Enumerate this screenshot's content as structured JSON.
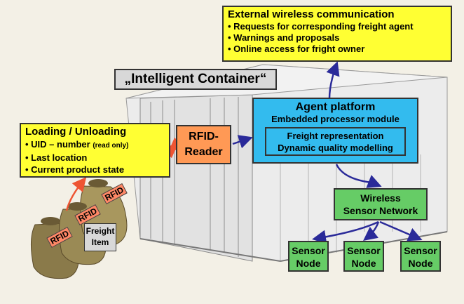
{
  "external": {
    "title": "External wireless communication",
    "lines": [
      "• Requests for corresponding freight agent",
      "• Warnings and proposals",
      "• Online access for fright owner"
    ]
  },
  "container_title": "„Intelligent Container“",
  "agent": {
    "title": "Agent platform",
    "subtitle": "Embedded processor module",
    "inner": [
      "Freight representation",
      "Dynamic quality modelling"
    ]
  },
  "rfid_reader": [
    "RFID-",
    "Reader"
  ],
  "loading": {
    "title": "Loading / Unloading",
    "uid_prefix": "• UID – number",
    "uid_note": "(read only)",
    "lines": [
      "• Last location",
      "• Current product state"
    ]
  },
  "wsn": [
    "Wireless",
    "Sensor Network"
  ],
  "sensor_nodes": [
    [
      "Sensor",
      "Node"
    ],
    [
      "Sensor",
      "Node"
    ],
    [
      "Sensor",
      "Node"
    ]
  ],
  "freight_item": [
    "Freight",
    "Item"
  ],
  "rfid_tags": [
    "RFID",
    "RFID",
    "RFID"
  ],
  "colors": {
    "yellow": "#ffff33",
    "blue": "#33bbee",
    "green": "#66cc66",
    "orange": "#ff9955",
    "arrow_blue": "#2a2a99",
    "arrow_orange": "#ee5533"
  }
}
